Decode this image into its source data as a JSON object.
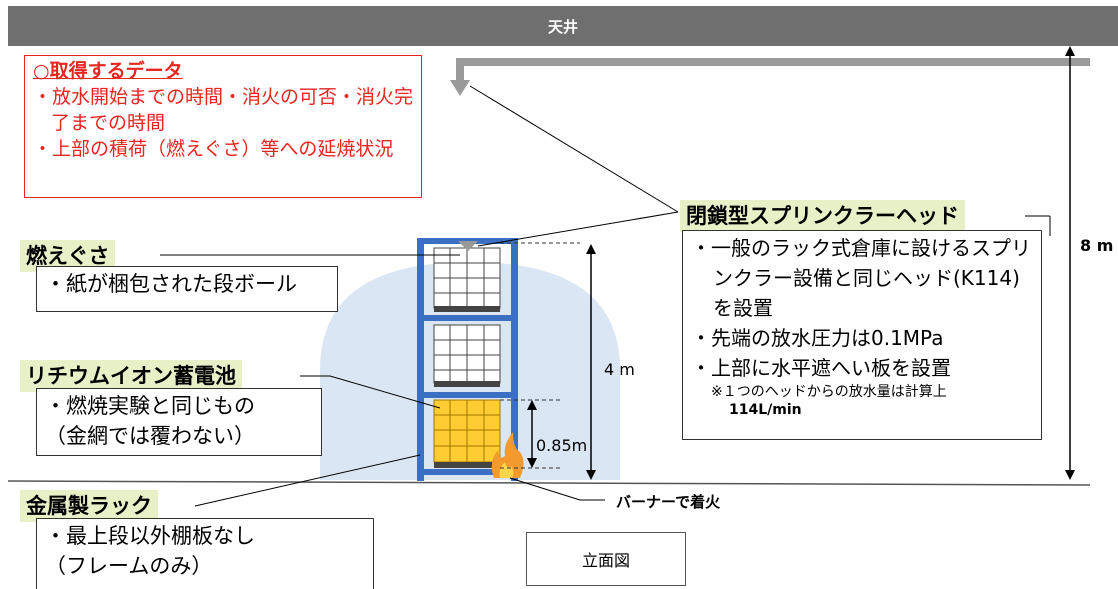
{
  "ceiling": {
    "label": "天井"
  },
  "data_box": {
    "title": "○取得するデータ",
    "items": [
      "・放水開始までの時間・消火の可否・消火完了までの時間",
      "・上部の積荷（燃えぐさ）等への延焼状況"
    ]
  },
  "fuel": {
    "label": "燃えぐさ",
    "note": "・紙が梱包された段ボール"
  },
  "battery": {
    "label": "リチウムイオン蓄電池",
    "note_line1": "・燃焼実験と同じもの",
    "note_line2": "（金網では覆わない）"
  },
  "rack": {
    "label": "金属製ラック",
    "note_line1": "・最上段以外棚板なし",
    "note_line2": "（フレームのみ）"
  },
  "sprinkler": {
    "label": "閉鎖型スプリンクラーヘッド",
    "notes": [
      "・一般のラック式倉庫に設けるスプリンクラー設備と同じヘッド(K114)を設置",
      "・先端の放水圧力は0.1MPa",
      "・上部に水平遮へい板を設置"
    ],
    "footnote_line1": "※１つのヘッドからの放水量は計算上",
    "footnote_line2": "114L/min"
  },
  "dimensions": {
    "total_height": "8 m",
    "rack_height": "4 m",
    "battery_height": "0.85m"
  },
  "ignition": {
    "label": "バーナーで着火"
  },
  "elevation": {
    "label": "立面図"
  },
  "colors": {
    "ceiling": "#6f6f6f",
    "data_text": "#e8251f",
    "label_bg": "#e8f0c8",
    "rack_frame": "#3a6fc4",
    "spray": "#dbe6f5",
    "battery": "#ffcc33"
  }
}
